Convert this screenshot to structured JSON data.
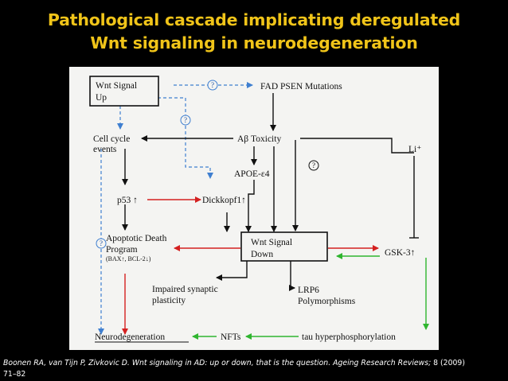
{
  "slide": {
    "title_line1": "Pathological cascade implicating deregulated",
    "title_line2": "Wnt signaling in neurodegeneration"
  },
  "diagram": {
    "nodes": {
      "wnt_up_l1": "Wnt Signal",
      "wnt_up_l2": "Up",
      "fad_psen": "FAD PSEN Mutations",
      "cell_cycle_l1": "Cell cycle",
      "cell_cycle_l2": "events",
      "abeta": "Aβ Toxicity",
      "apoe": "APOE-ε4",
      "li": "Li⁺",
      "p53": "p53 ↑",
      "dickkopf": "Dickkopf1↑",
      "apoptotic_l1": "Apoptotic Death",
      "apoptotic_l2": "Program",
      "apoptotic_l3": "(BAX↑, BCL-2↓)",
      "wnt_down_l1": "Wnt Signal",
      "wnt_down_l2": "Down",
      "gsk3": "GSK-3↑",
      "impaired_l1": "Impaired synaptic",
      "impaired_l2": "plasticity",
      "lrp6_l1": "LRP6",
      "lrp6_l2": "Polymorphisms",
      "neurodegeneration": "Neurodegeneration",
      "nfts": "NFTs",
      "tau": "tau hyperphosphorylation"
    },
    "question_mark": "?",
    "colors": {
      "black": "#111111",
      "red": "#d42020",
      "green": "#2fb52f",
      "blue_dashed": "#3f7fd0"
    }
  },
  "citation": {
    "text_italic": "Boonen RA, van Tijn P, Zivkovic D. Wnt signaling in AD: up or down, that is the question. Ageing Research Reviews;",
    "text_tail": " 8 (2009)",
    "text_line2": "71–82"
  }
}
